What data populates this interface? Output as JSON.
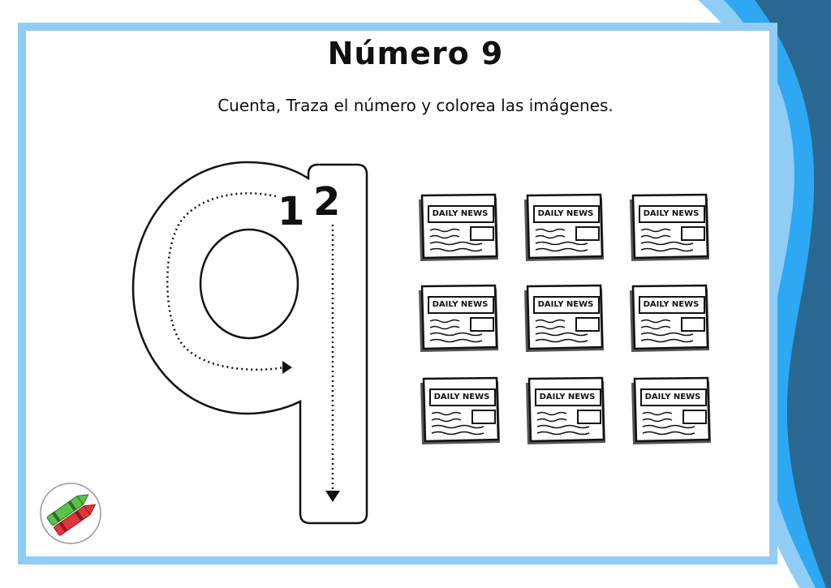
{
  "worksheet": {
    "title": "Número 9",
    "instruction": "Cuenta, Traza el número y colorea las imágenes."
  },
  "tracing": {
    "stroke_1": "1",
    "stroke_2": "2"
  },
  "newspapers": {
    "count": 9,
    "items": [
      {
        "label": "DAILY NEWS"
      },
      {
        "label": "DAILY NEWS"
      },
      {
        "label": "DAILY NEWS"
      },
      {
        "label": "DAILY NEWS"
      },
      {
        "label": "DAILY NEWS"
      },
      {
        "label": "DAILY NEWS"
      },
      {
        "label": "DAILY NEWS"
      },
      {
        "label": "DAILY NEWS"
      },
      {
        "label": "DAILY NEWS"
      }
    ]
  },
  "colors": {
    "frame": "#8fcdf7",
    "wave_light": "#8fcdf7",
    "wave_mid": "#2ea8f2",
    "wave_dark": "#2b6891",
    "crayon_green": "#5cc24a",
    "crayon_red": "#e2343c"
  },
  "icons": [
    "crayons-icon",
    "newspaper-icon",
    "arrow-down-icon",
    "arrow-right-icon"
  ]
}
